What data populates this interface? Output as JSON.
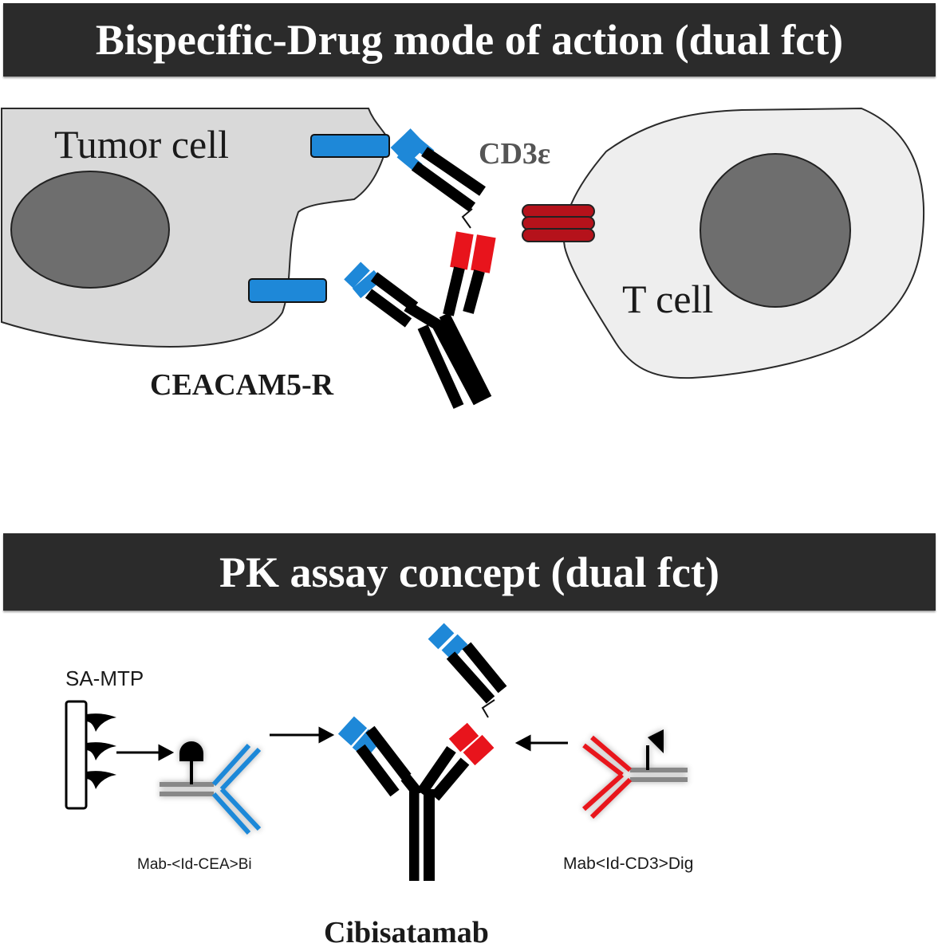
{
  "top_section": {
    "title": "Bispecific-Drug mode of action (dual fct)",
    "tumor_cell_label": "Tumor cell",
    "t_cell_label": "T cell",
    "cd3_label": "CD3ε",
    "receptor_label": "CEACAM5-R"
  },
  "bottom_section": {
    "title": "PK assay concept (dual fct)",
    "plate_label": "SA-MTP",
    "capture_label": "Mab-<Id-CEA>Bi",
    "detection_label": "Mab<Id-CD3>Dig",
    "drug_label": "Cibisatamab"
  },
  "colors": {
    "banner": "#2b2b2b",
    "cea_blue": "#1e88d8",
    "cd3_red": "#e8141c",
    "cd3_receptor": "#b5121b",
    "cell_fill": "#d9d9d9",
    "t_cell_fill": "#eeeeee",
    "nucleus": "#6e6e6e"
  }
}
